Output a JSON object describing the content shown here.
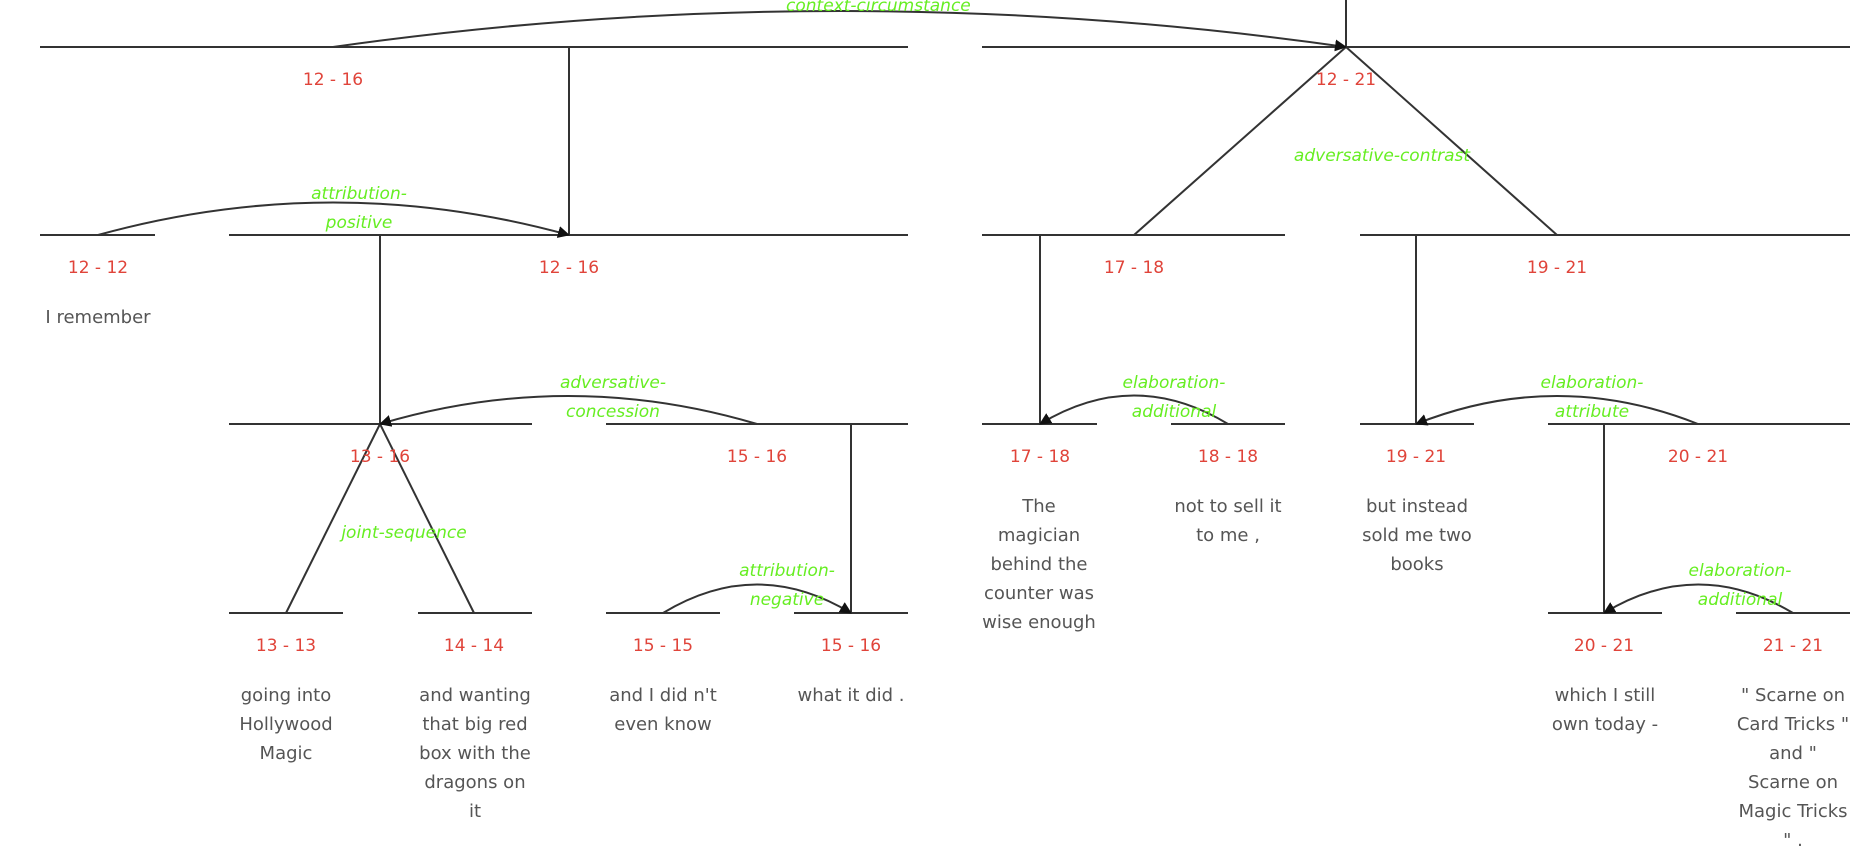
{
  "nodes": {
    "n12_16_top": "12 - 16",
    "n12_21": "12 - 21",
    "n12_12": "12 - 12",
    "n12_16_mid": "12 - 16",
    "n17_18": "17 - 18",
    "n19_21": "19 - 21",
    "n13_16": "13 - 16",
    "n15_16": "15 - 16",
    "n17_18_leaf": "17 - 18",
    "n18_18": "18 - 18",
    "n19_21_leaf": "19 - 21",
    "n20_21": "20 - 21",
    "n13_13": "13 - 13",
    "n14_14": "14 - 14",
    "n15_15": "15 - 15",
    "n15_16_leaf": "15 - 16",
    "n20_21_leaf": "20 - 21",
    "n21_21": "21 - 21"
  },
  "relations": {
    "context_circumstance": "context-circumstance",
    "attribution_positive_1": "attribution-",
    "attribution_positive_2": "positive",
    "adversative_contrast": "adversative-contrast",
    "adversative_concession_1": "adversative-",
    "adversative_concession_2": "concession",
    "elaboration_additional_a1": "elaboration-",
    "elaboration_additional_a2": "additional",
    "elaboration_attribute_1": "elaboration-",
    "elaboration_attribute_2": "attribute",
    "joint_sequence": "joint-sequence",
    "attribution_negative_1": "attribution-",
    "attribution_negative_2": "negative",
    "elaboration_additional_b1": "elaboration-",
    "elaboration_additional_b2": "additional"
  },
  "texts": {
    "t12": "I remember",
    "t13": "going into Hollywood Magic",
    "t14": "and wanting that big red box with the dragons on it",
    "t15": "and I did n't even know",
    "t15b": "what it did .",
    "t17": "The magician behind the counter was wise enough",
    "t18": "not to sell it to me ,",
    "t19": "but instead sold me two books",
    "t20": "which I still own today -",
    "t21": "\" Scarne on Card Tricks \" and \" Scarne on Magic Tricks \" ."
  },
  "colors": {
    "line": "#333333",
    "span_label": "#e0443a",
    "relation_label": "#66ee22",
    "edu_text": "#555555"
  }
}
